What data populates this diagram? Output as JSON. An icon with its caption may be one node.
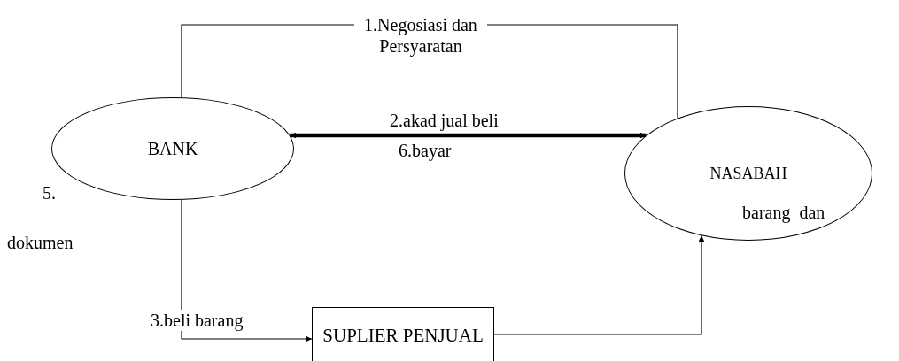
{
  "diagram": {
    "nodes": [
      {
        "text": [
          "BANK"
        ]
      },
      {
        "text": [
          "NASABAH"
        ]
      },
      {
        "text": [
          "SUPLIER PENJUAL"
        ]
      }
    ],
    "edges": [
      {
        "from": 0,
        "to": 1,
        "arrow": "none",
        "label": "1.Negosiasi dan Persyaratan"
      },
      {
        "from": 0,
        "to": 1,
        "arrow": "both",
        "style": "thick",
        "label": "2.akad jual beli"
      },
      {
        "from": 0,
        "to": 2,
        "arrow": "to",
        "label": "3.beli barang"
      },
      {
        "from": 2,
        "to": 1,
        "arrow": "to"
      }
    ],
    "labels": [
      "6.bayar",
      "5.",
      "dokumen",
      "barang  dan"
    ]
  }
}
